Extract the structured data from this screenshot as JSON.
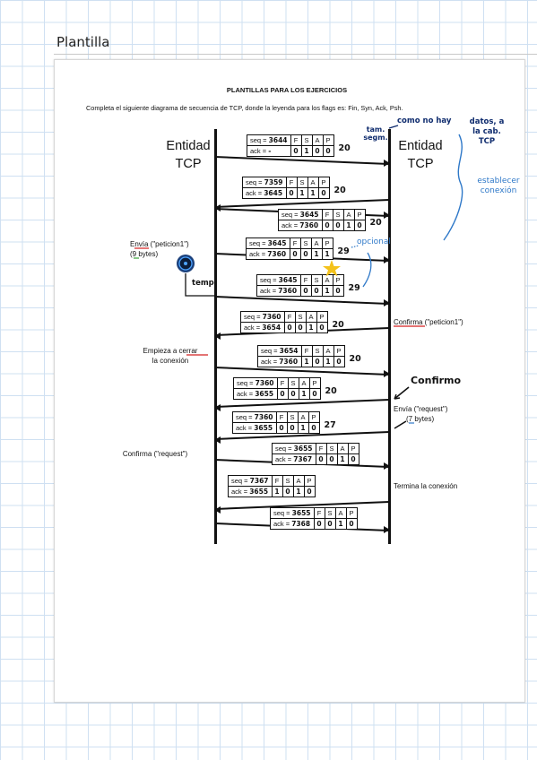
{
  "notebook": {
    "title": "Plantilla"
  },
  "document": {
    "heading": "PLANTILLAS PARA LOS EJERCICIOS",
    "instruction": "Completa el siguiente diagrama de secuencia de TCP, donde la leyenda para los flags es: Fin, Syn, Ack, Psh.",
    "left_entity": "Entidad TCP",
    "right_entity": "Entidad TCP",
    "flag_headers": [
      "F",
      "S",
      "A",
      "P"
    ],
    "segments": [
      {
        "seq": "3644",
        "ack": "-",
        "flags": [
          "0",
          "1",
          "0",
          "0"
        ],
        "size": "20"
      },
      {
        "seq": "7359",
        "ack": "3645",
        "flags": [
          "0",
          "1",
          "1",
          "0"
        ],
        "size": "20"
      },
      {
        "seq": "3645",
        "ack": "7360",
        "flags": [
          "0",
          "0",
          "1",
          "0"
        ],
        "size": "20"
      },
      {
        "seq": "3645",
        "ack": "7360",
        "flags": [
          "0",
          "0",
          "1",
          "1"
        ],
        "size": "29"
      },
      {
        "seq": "3645",
        "ack": "7360",
        "flags": [
          "0",
          "0",
          "1",
          "0"
        ],
        "size": "29"
      },
      {
        "seq": "7360",
        "ack": "3654",
        "flags": [
          "0",
          "0",
          "1",
          "0"
        ],
        "size": "20"
      },
      {
        "seq": "3654",
        "ack": "7360",
        "flags": [
          "1",
          "0",
          "1",
          "0"
        ],
        "size": "20"
      },
      {
        "seq": "7360",
        "ack": "3655",
        "flags": [
          "0",
          "0",
          "1",
          "0"
        ],
        "size": "20"
      },
      {
        "seq": "7360",
        "ack": "3655",
        "flags": [
          "0",
          "0",
          "1",
          "0"
        ],
        "size": "27"
      },
      {
        "seq": "3655",
        "ack": "7367",
        "flags": [
          "0",
          "0",
          "1",
          "0"
        ],
        "size": ""
      },
      {
        "seq": "7367",
        "ack": "3655",
        "flags": [
          "1",
          "0",
          "1",
          "0"
        ],
        "size": ""
      },
      {
        "seq": "3655",
        "ack": "7368",
        "flags": [
          "0",
          "0",
          "1",
          "0"
        ],
        "size": ""
      }
    ],
    "left_labels": {
      "envia": "Envía  (\"peticion1\")",
      "bytes9": "(9 bytes)",
      "temp": "temp",
      "empieza": "Empieza a cerrar",
      "conexion": "la conexión",
      "confirma_req": "Confirma (\"request\")"
    },
    "right_labels": {
      "confirma_pet": "Confirma (\"peticion1\")",
      "envia_req": "Envía (\"request\")",
      "bytes7": "(7 bytes)",
      "termina": "Termina la conexión"
    },
    "annotations": {
      "tam_segm": "tam. segm.",
      "como_no_hay": "como no hay",
      "datos": "datos, a la cab. TCP",
      "establecer": "establecer conexión",
      "opcional": "opcional",
      "confirmo": "Confirmo"
    }
  }
}
